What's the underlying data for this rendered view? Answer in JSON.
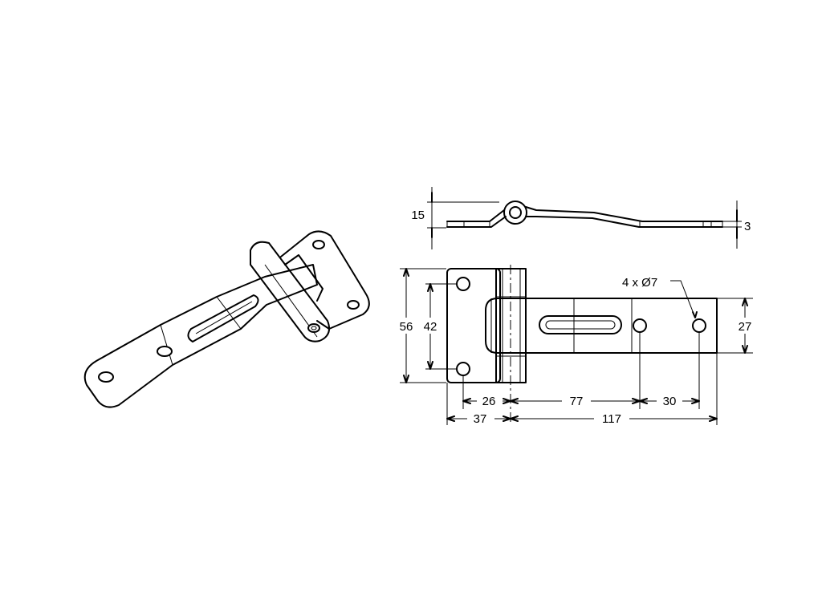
{
  "dimensions": {
    "side_thickness_left": "15",
    "side_thickness_right": "3",
    "leaf_height": "56",
    "hole_spacing_vertical": "42",
    "strap_width": "27",
    "hole_offset_leaf": "26",
    "slot_to_hole": "77",
    "hole_spacing_strap": "30",
    "leaf_length": "37",
    "strap_length": "117",
    "hole_callout": "4 x Ø7"
  }
}
